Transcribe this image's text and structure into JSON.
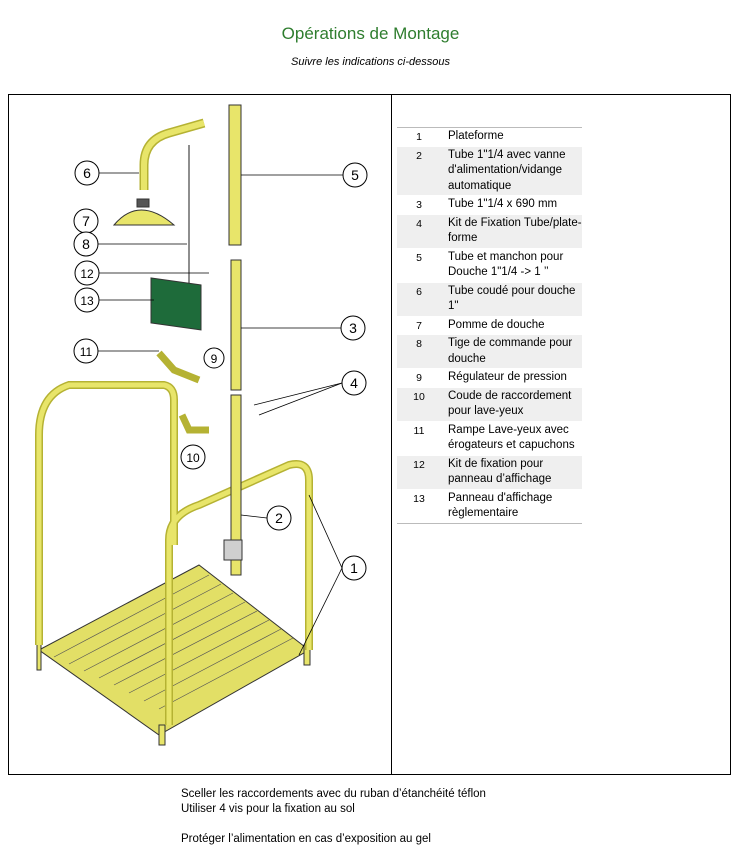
{
  "header": {
    "title": "Opérations de Montage",
    "subtitle": "Suivre les indications ci-dessous"
  },
  "legend": [
    {
      "num": "1",
      "label": "Plateforme"
    },
    {
      "num": "2",
      "label": "Tube 1\"1/4 avec vanne d'alimentation/vidange automatique"
    },
    {
      "num": "3",
      "label": "Tube 1\"1/4 x 690 mm"
    },
    {
      "num": "4",
      "label": "Kit de Fixation Tube/plate-forme"
    },
    {
      "num": "5",
      "label": "Tube et manchon pour Douche 1\"1/4 -> 1 ’’"
    },
    {
      "num": "6",
      "label": "Tube coudé pour douche 1\""
    },
    {
      "num": "7",
      "label": "Pomme de douche"
    },
    {
      "num": "8",
      "label": "Tige de commande pour douche"
    },
    {
      "num": "9",
      "label": "Régulateur de pression"
    },
    {
      "num": "10",
      "label": "Coude de raccordement pour lave-yeux"
    },
    {
      "num": "11",
      "label": "Rampe Lave-yeux avec érogateurs et capuchons"
    },
    {
      "num": "12",
      "label": "Kit de fixation pour panneau d’affichage"
    },
    {
      "num": "13",
      "label": "Panneau d'affichage règlementaire"
    }
  ],
  "callouts": [
    "1",
    "2",
    "3",
    "4",
    "5",
    "6",
    "7",
    "8",
    "9",
    "10",
    "11",
    "12",
    "13"
  ],
  "notes": {
    "line1": "Sceller les raccordements avec du ruban d’étanchéité téflon",
    "line2": "Utiliser 4 vis pour la fixation au sol",
    "line3": "Protéger l’alimentation en cas d’exposition au gel"
  },
  "colors": {
    "title": "#2e7d2e",
    "part_yellow": "#e8e56a",
    "panel_green": "#1e6b3a"
  }
}
